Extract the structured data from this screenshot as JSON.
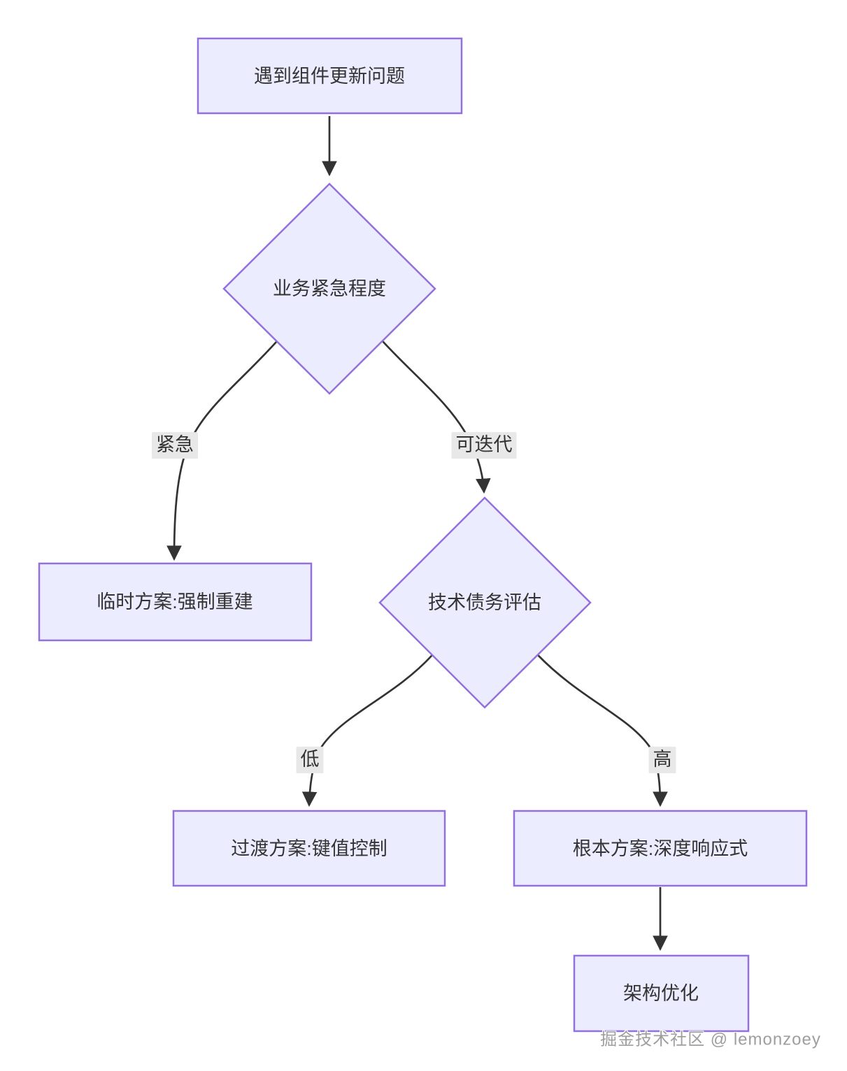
{
  "diagram_type": "flowchart",
  "colors": {
    "node_fill": "#ECECFF",
    "node_border": "#9370DB",
    "edge_line": "#333333",
    "text": "#333333",
    "edge_label_bg": "#e8e8e8",
    "background": "#ffffff",
    "watermark_text": "#9e9e9e"
  },
  "nodes": {
    "start": {
      "label": "遇到组件更新问题",
      "shape": "rectangle"
    },
    "urgency": {
      "label": "业务紧急程度",
      "shape": "diamond"
    },
    "temp": {
      "label": "临时方案:强制重建",
      "shape": "rectangle"
    },
    "techdebt": {
      "label": "技术债务评估",
      "shape": "diamond"
    },
    "transition": {
      "label": "过渡方案:键值控制",
      "shape": "rectangle"
    },
    "fundamental": {
      "label": "根本方案:深度响应式",
      "shape": "rectangle"
    },
    "architecture": {
      "label": "架构优化",
      "shape": "rectangle"
    }
  },
  "edges": {
    "start_to_urgency": {
      "label": "",
      "from": "start",
      "to": "urgency"
    },
    "urgency_to_temp": {
      "label": "紧急",
      "from": "urgency",
      "to": "temp"
    },
    "urgency_to_techdebt": {
      "label": "可迭代",
      "from": "urgency",
      "to": "techdebt"
    },
    "techdebt_to_transition": {
      "label": "低",
      "from": "techdebt",
      "to": "transition"
    },
    "techdebt_to_fundamental": {
      "label": "高",
      "from": "techdebt",
      "to": "fundamental"
    },
    "fundamental_to_architecture": {
      "label": "",
      "from": "fundamental",
      "to": "architecture"
    }
  },
  "watermark": "掘金技术社区 @ lemonzoey"
}
